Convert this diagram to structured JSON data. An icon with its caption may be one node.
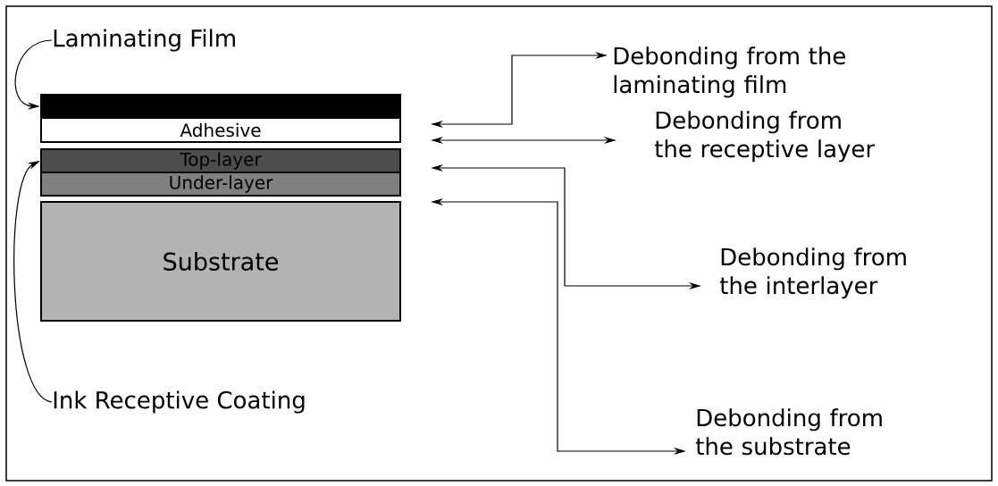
{
  "diagram": {
    "nodes": [
      {
        "text": [
          "Laminating Film"
        ]
      },
      {
        "text": [],
        "shape": "bar"
      },
      {
        "text": [
          "Adhesive"
        ]
      },
      {
        "text": [
          "Top-layer"
        ]
      },
      {
        "text": [
          "Under-layer"
        ]
      },
      {
        "text": [
          "Substrate"
        ]
      },
      {
        "text": [
          "Ink Receptive Coating"
        ]
      },
      {
        "text": [
          "Debonding from the laminating film"
        ]
      },
      {
        "text": [
          "Debonding from the receptive layer"
        ]
      },
      {
        "text": [
          "Debonding from the interlayer"
        ]
      },
      {
        "text": [
          "Debonding from the substrate"
        ]
      }
    ],
    "edges": [
      {
        "from": 0,
        "to": 1,
        "arrow": "to"
      },
      {
        "from": 6,
        "to": 3,
        "arrow": "to"
      },
      {
        "from": null,
        "to": 7,
        "arrow": "both"
      },
      {
        "from": null,
        "to": 8,
        "arrow": "both"
      },
      {
        "from": null,
        "to": 9,
        "arrow": "both"
      },
      {
        "from": null,
        "to": 10,
        "arrow": "both"
      }
    ]
  }
}
